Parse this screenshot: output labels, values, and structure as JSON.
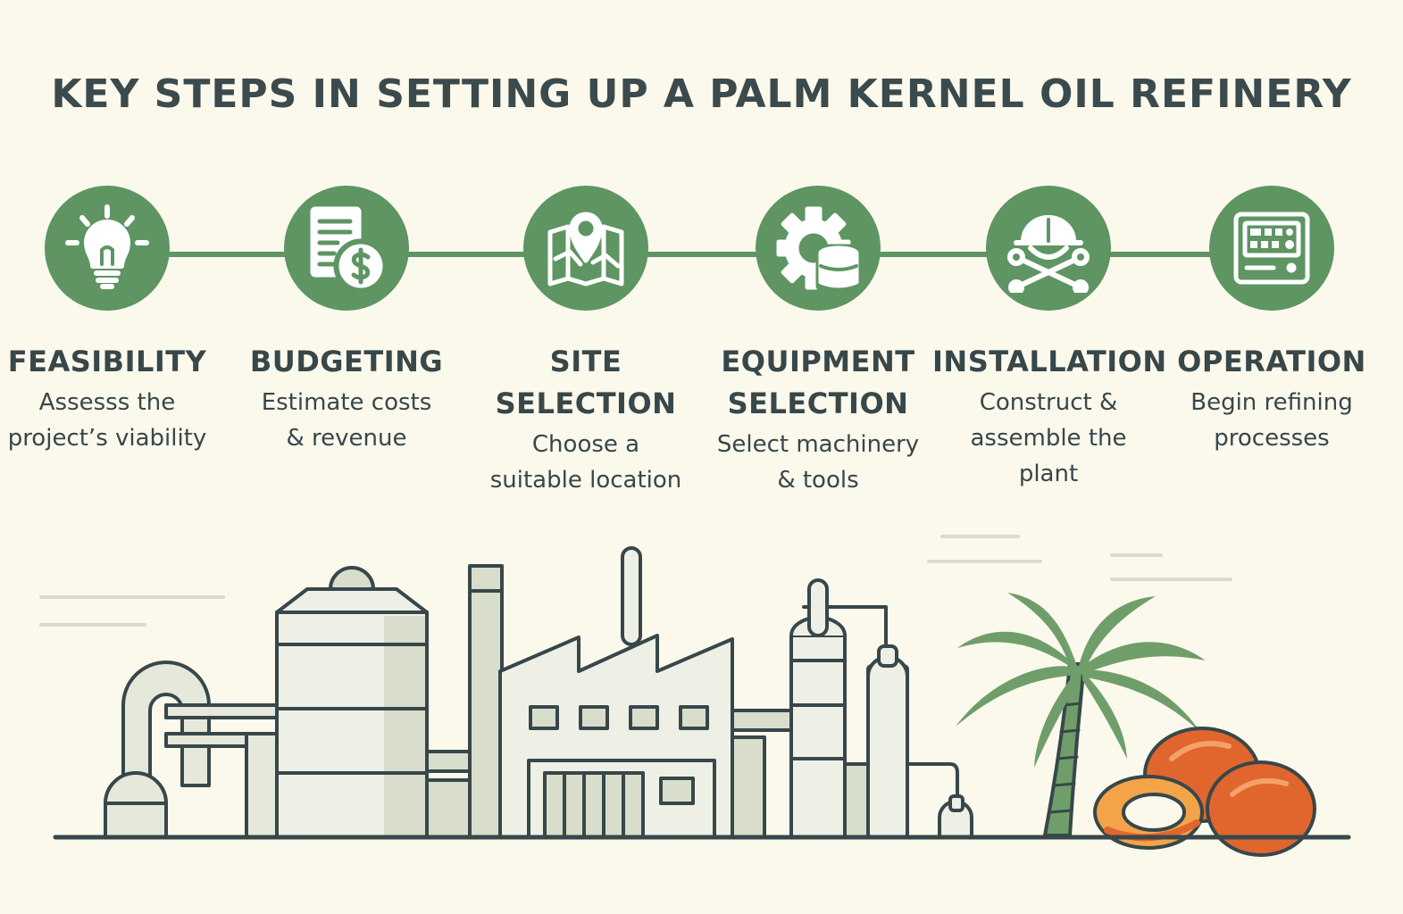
{
  "title": "KEY STEPS IN SETTING UP A PALM KERNEL OIL REFINERY",
  "colors": {
    "background": "#fbf8ec",
    "accent_green": "#5e9563",
    "ink": "#37474a",
    "palm_fruit": "#e0662e"
  },
  "steps": [
    {
      "icon": "lightbulb-icon",
      "title_lines": [
        "FEASIBILITY"
      ],
      "desc_lines": [
        "Assesss the",
        "project’s viability"
      ]
    },
    {
      "icon": "budget-document-icon",
      "title_lines": [
        "BUDGETING"
      ],
      "desc_lines": [
        "Estimate costs",
        "& revenue"
      ]
    },
    {
      "icon": "map-pin-icon",
      "title_lines": [
        "SITE",
        "SELECTION"
      ],
      "desc_lines": [
        "Choose a",
        "suitable location"
      ]
    },
    {
      "icon": "gear-barrel-icon",
      "title_lines": [
        "EQUIPMENT",
        "SELECTION"
      ],
      "desc_lines": [
        "Select machinery",
        "& tools"
      ]
    },
    {
      "icon": "hardhat-wrench-icon",
      "title_lines": [
        "INSTALLATION"
      ],
      "desc_lines": [
        "Construct &",
        "assemble the",
        "plant"
      ]
    },
    {
      "icon": "control-panel-icon",
      "title_lines": [
        "OPERATION"
      ],
      "desc_lines": [
        "Begin refining",
        "processes"
      ]
    }
  ]
}
